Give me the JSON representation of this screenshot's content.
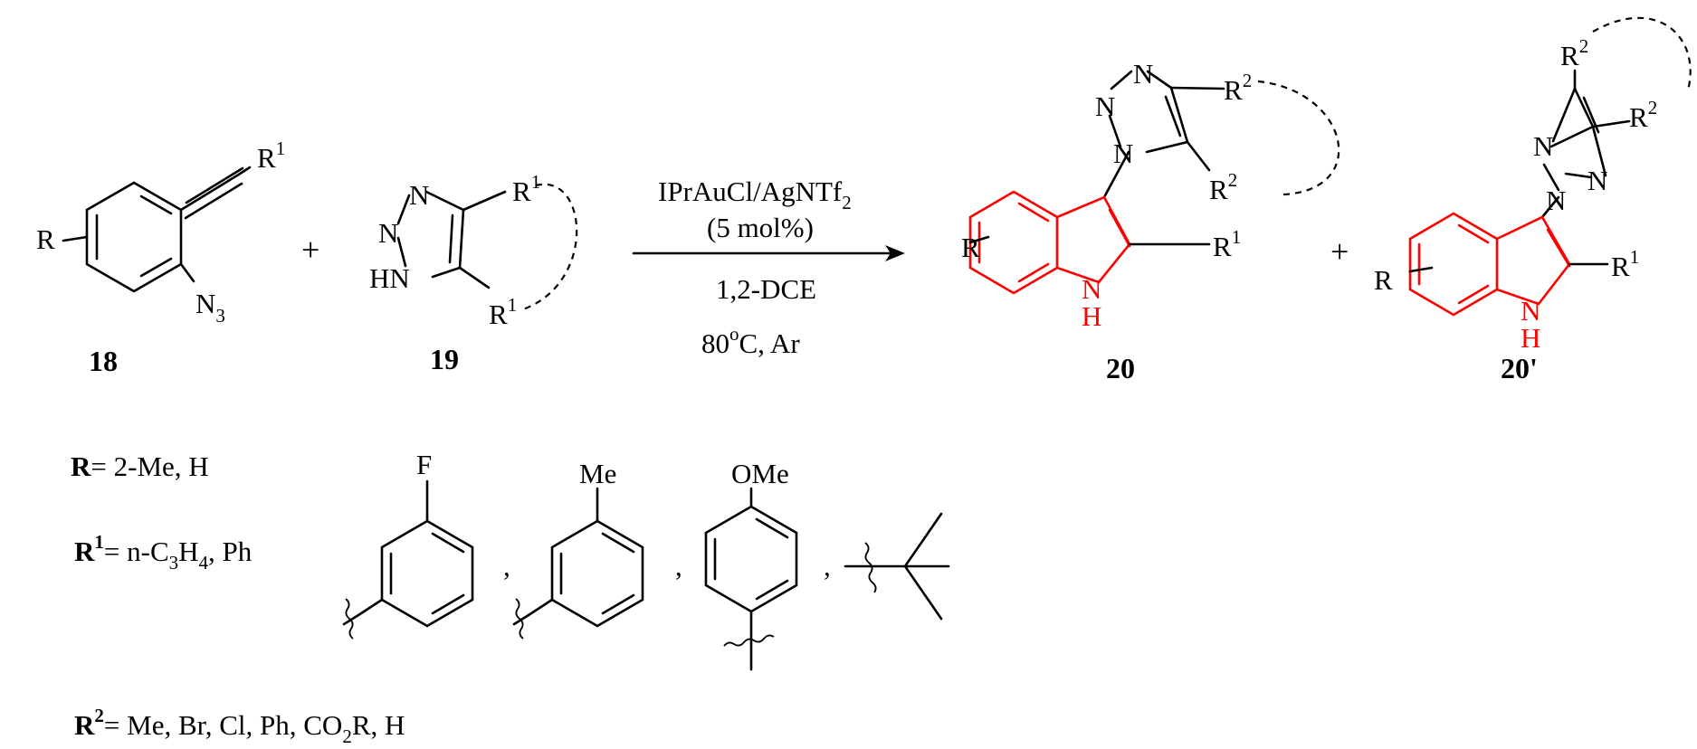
{
  "reactant_18": {
    "number": "18",
    "R": "R",
    "R1": "R",
    "R1_sup": "1",
    "N3": "N",
    "N3_sub": "3"
  },
  "plus_1": "+",
  "reactant_19": {
    "number": "19",
    "N_top": "N",
    "N_left": "N",
    "HN": "HN",
    "R1": "R",
    "R1_sup": "1"
  },
  "conditions": {
    "catalyst": "IPrAuCl/AgNTf",
    "catalyst_sub": "2",
    "loading": "(5 mol%)",
    "solvent": "1,2-DCE",
    "temp_pre": "80",
    "temp_sup": "o",
    "temp_post": "C, Ar"
  },
  "product_20": {
    "number": "20",
    "N": "N",
    "R2": "R",
    "R2_sup": "2",
    "R": "R",
    "R1": "R",
    "R1_sup": "1",
    "NH_N": "N",
    "NH_H": "H"
  },
  "plus_2": "+",
  "product_20p": {
    "number": "20'",
    "N": "N",
    "R2": "R",
    "R2_sup": "2",
    "R": "R",
    "R1": "R",
    "R1_sup": "1",
    "NH_N": "N",
    "NH_H": "H"
  },
  "substituents": {
    "R_label": "R",
    "R_values": "= 2-Me, H",
    "R1_label": "R",
    "R1_sup": "1",
    "R1_values_pre": "= n-C",
    "R1_sub1": "3",
    "R1_mid": "H",
    "R1_sub2": "4",
    "R1_post": ", Ph",
    "aryl_F": "F",
    "aryl_Me": "Me",
    "aryl_OMe": "OMe",
    "comma": ",",
    "R2_label": "R",
    "R2_sup": "2",
    "R2_values_pre": "= Me, Br, Cl, Ph, CO",
    "R2_sub": "2",
    "R2_values_post": "R, H"
  },
  "colors": {
    "bond": "#000000",
    "highlight": "#ff0000",
    "background": "#ffffff"
  }
}
